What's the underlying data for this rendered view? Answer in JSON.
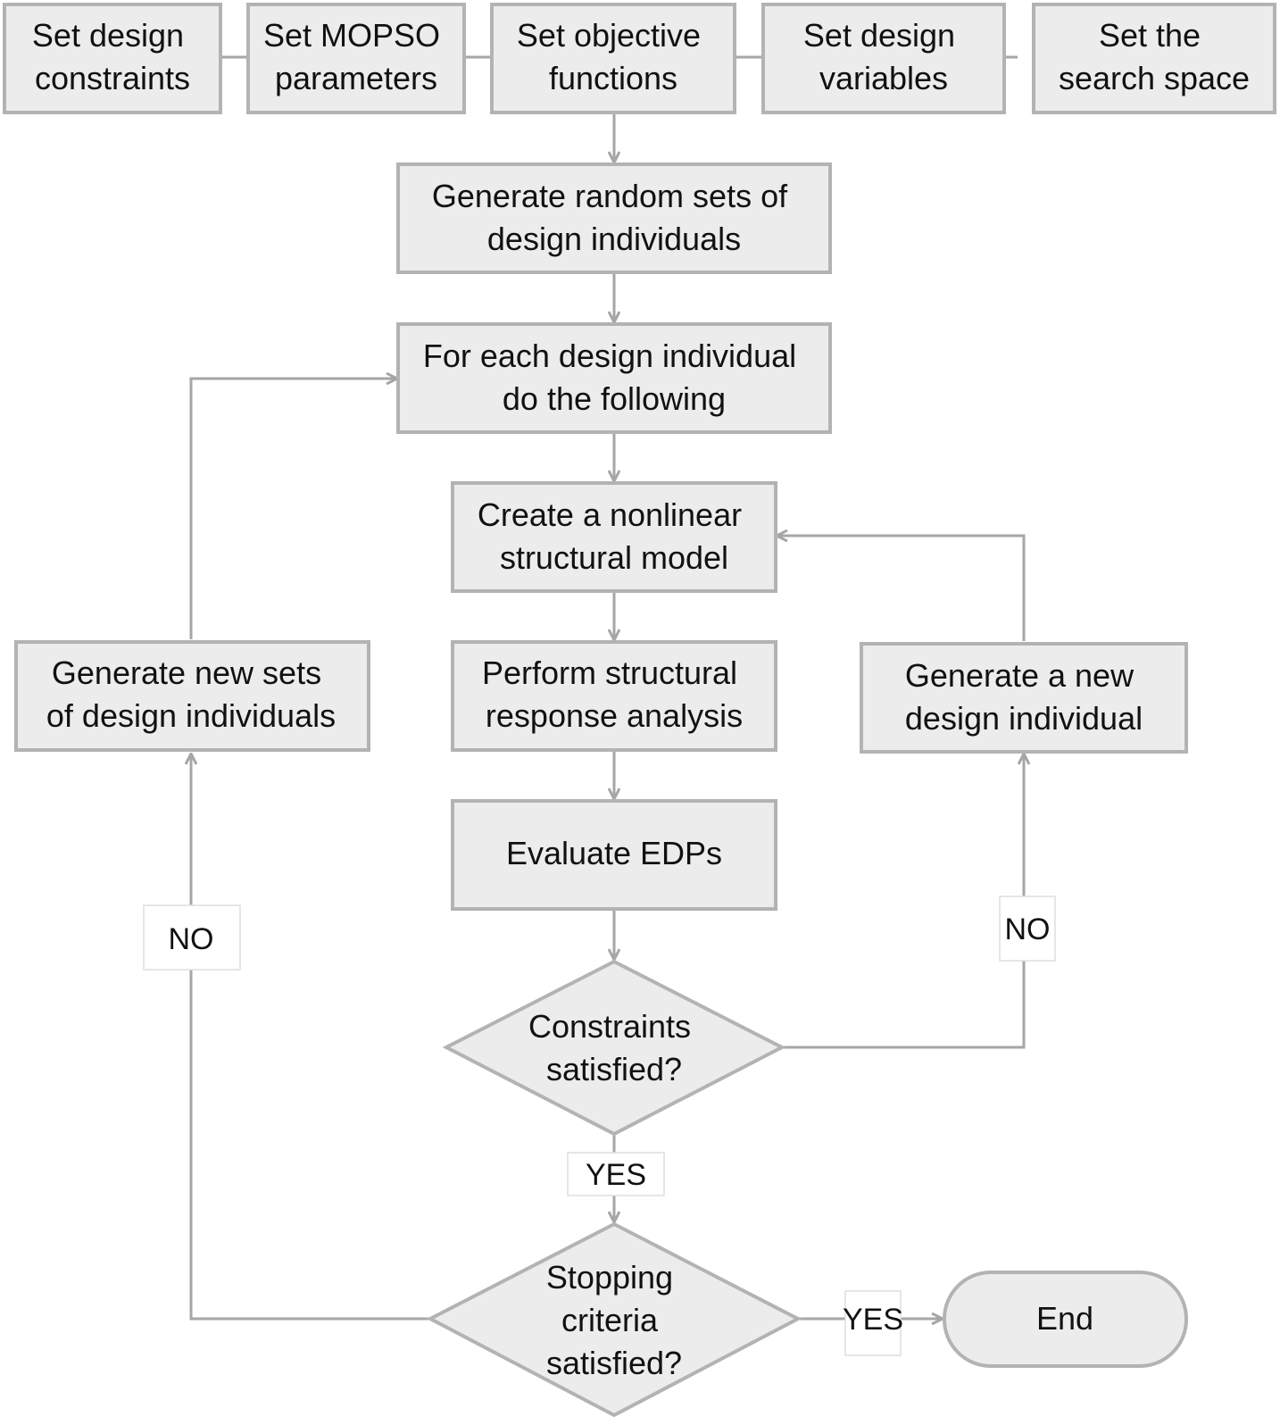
{
  "top_row": [
    {
      "id": "design-constraints",
      "lines": [
        "Set design",
        "constraints"
      ]
    },
    {
      "id": "mopso-parameters",
      "lines": [
        "Set MOPSO",
        "parameters"
      ]
    },
    {
      "id": "objective-functions",
      "lines": [
        "Set objective",
        "functions"
      ]
    },
    {
      "id": "design-variables",
      "lines": [
        "Set design",
        "variables"
      ]
    },
    {
      "id": "search-space",
      "lines": [
        "Set the",
        "search space"
      ]
    }
  ],
  "steps": {
    "generate_random": [
      "Generate random sets of",
      "design individuals"
    ],
    "for_each": [
      "For each design individual",
      "do the following"
    ],
    "create_model": [
      "Create a nonlinear",
      "structural model"
    ],
    "perform_analysis": [
      "Perform structural",
      "response analysis"
    ],
    "evaluate_edps": [
      "Evaluate EDPs"
    ],
    "generate_new_sets": [
      "Generate new sets",
      "of design individuals"
    ],
    "generate_new_individual": [
      "Generate a new",
      "design individual"
    ],
    "end": [
      "End"
    ]
  },
  "decisions": {
    "constraints": [
      "Constraints",
      "satisfied?"
    ],
    "stopping": [
      "Stopping",
      "criteria",
      "satisfied?"
    ]
  },
  "edge_labels": {
    "constraints_no": "NO",
    "constraints_yes": "YES",
    "stopping_no": "NO",
    "stopping_yes": "YES"
  }
}
